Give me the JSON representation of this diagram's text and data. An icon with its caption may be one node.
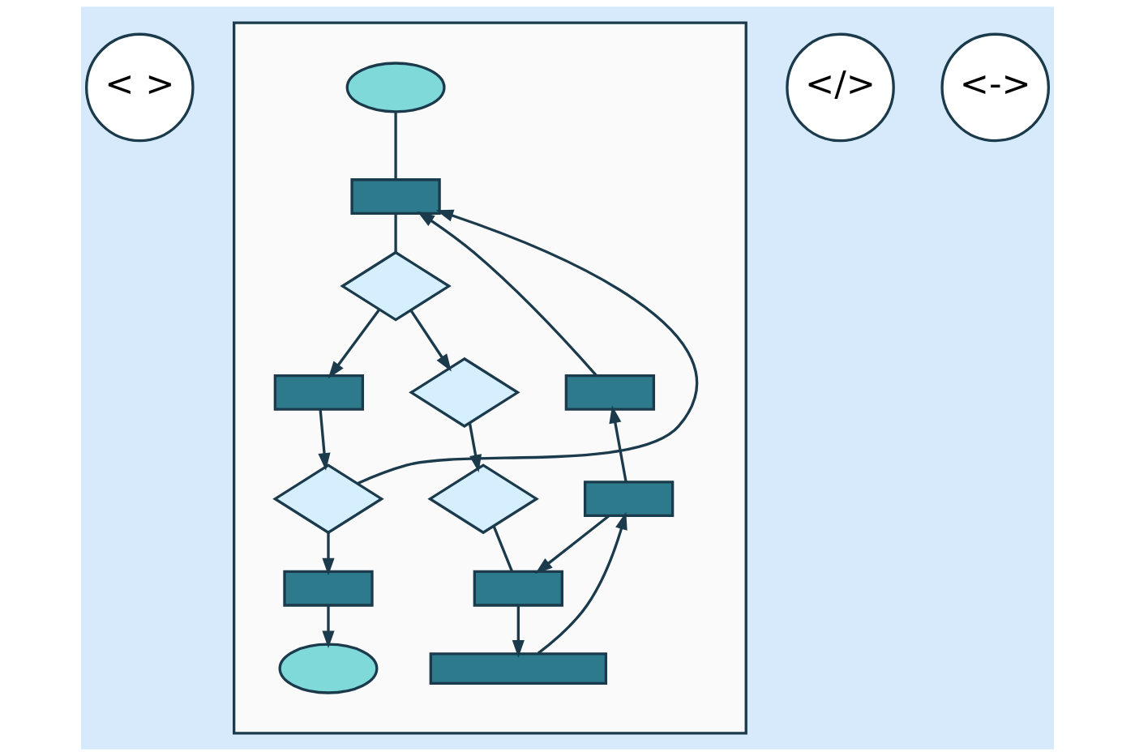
{
  "diagram": {
    "nodes": [
      {
        "text": [
          "< >"
        ]
      },
      {
        "text": [],
        "shape": "box"
      },
      {
        "text": [],
        "shape": "ellipse",
        "in": 1
      },
      {
        "text": [],
        "shape": "box",
        "in": 1
      },
      {
        "text": [],
        "shape": "diamond",
        "in": 1
      },
      {
        "text": [],
        "shape": "box",
        "in": 1
      },
      {
        "text": [],
        "shape": "box",
        "in": 1
      },
      {
        "text": [],
        "shape": "diamond",
        "in": 1
      },
      {
        "text": [],
        "shape": "diamond",
        "in": 1
      },
      {
        "text": [],
        "shape": "diamond",
        "in": 1
      },
      {
        "text": [],
        "shape": "box",
        "in": 1
      },
      {
        "text": [],
        "shape": "box",
        "in": 1
      },
      {
        "text": [],
        "shape": "box",
        "in": 1
      },
      {
        "text": [],
        "shape": "bar",
        "in": 1
      },
      {
        "text": [],
        "shape": "ellipse",
        "in": 1
      },
      {
        "text": [
          "</>"
        ]
      },
      {
        "text": [
          "<->"
        ]
      }
    ],
    "edges": [
      {
        "from": 2,
        "to": 3,
        "arrow": "none"
      },
      {
        "from": 3,
        "to": 4,
        "arrow": "none"
      },
      {
        "from": 4,
        "to": 7,
        "arrow": "to"
      },
      {
        "from": 4,
        "to": 6,
        "arrow": "to"
      },
      {
        "from": 7,
        "to": 9,
        "arrow": "to"
      },
      {
        "from": 9,
        "to": 12,
        "arrow": "none"
      },
      {
        "from": 12,
        "to": 13,
        "arrow": "to"
      },
      {
        "from": 13,
        "to": 10,
        "arrow": "to"
      },
      {
        "from": 10,
        "to": 12,
        "arrow": "to"
      },
      {
        "from": 10,
        "to": 5,
        "arrow": "to"
      },
      {
        "from": 5,
        "to": 3,
        "arrow": "to"
      },
      {
        "from": 6,
        "to": 8,
        "arrow": "to"
      },
      {
        "from": 8,
        "to": 11,
        "arrow": "to"
      },
      {
        "from": 11,
        "to": 14,
        "arrow": "to"
      },
      {
        "from": 8,
        "to": 3,
        "arrow": "to"
      }
    ]
  }
}
